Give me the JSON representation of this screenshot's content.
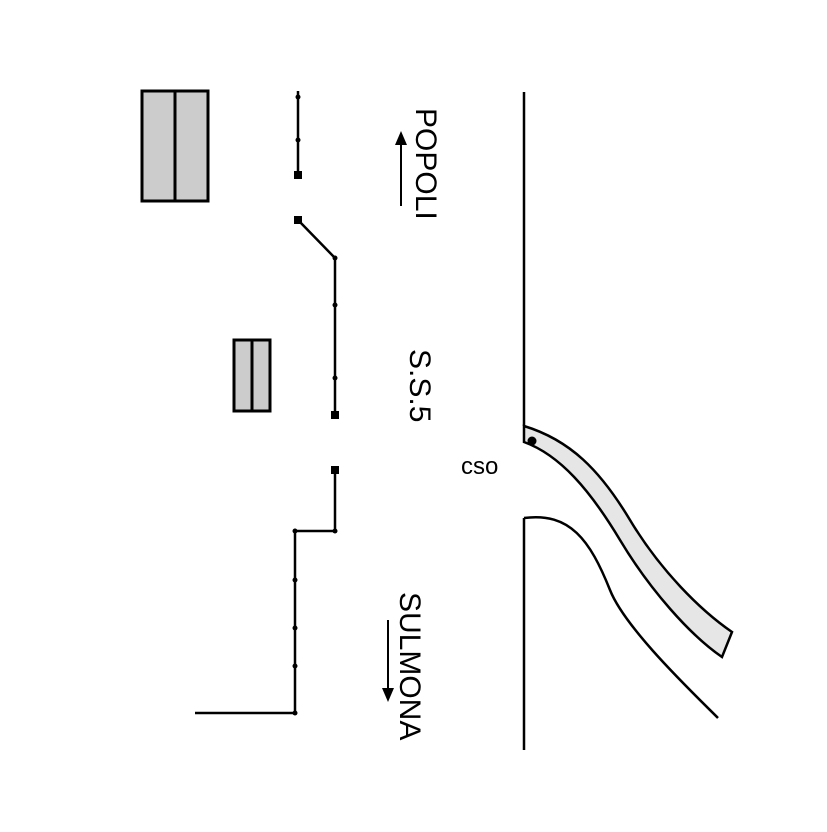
{
  "labels": {
    "popoli": "POPOLI",
    "road": "S.S.5",
    "cso": "cso",
    "sulmona": "SULMONA"
  },
  "colors": {
    "stroke": "#000000",
    "building_fill": "#cccccc",
    "ramp_fill": "#e6e6e6",
    "background": "#ffffff"
  }
}
